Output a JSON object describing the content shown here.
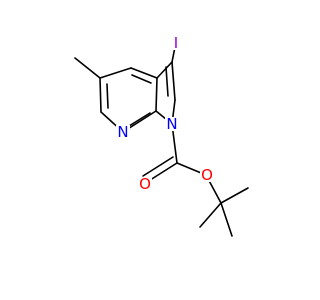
{
  "molecule": {
    "atoms": {
      "iodine": "I",
      "pyridine_nitrogen": "N",
      "pyrrole_nitrogen": "N",
      "carbonyl_oxygen": "O",
      "ester_oxygen": "O"
    }
  },
  "colors": {
    "bond": "#000000",
    "carbon_label": "#000000",
    "iodine": "#9400d3",
    "nitrogen": "#0000ff",
    "oxygen": "#ff0000",
    "background": "#ffffff"
  }
}
